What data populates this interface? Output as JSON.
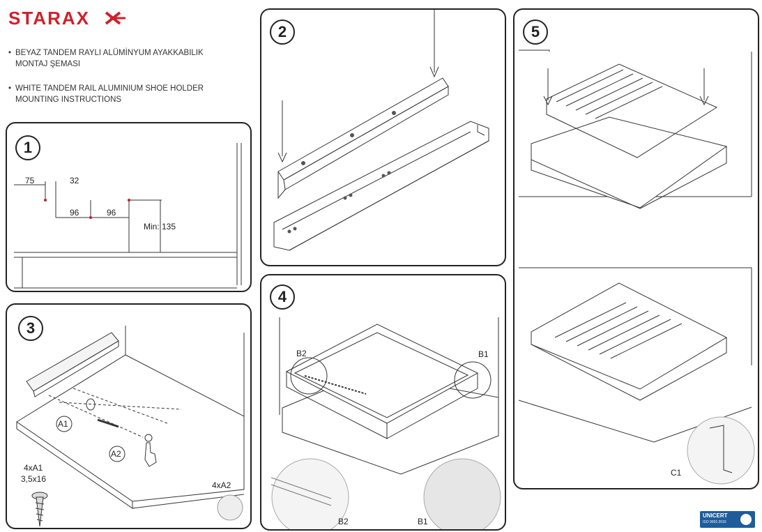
{
  "brand": {
    "logo_text": "STARAX"
  },
  "notes": [
    {
      "text": "BEYAZ TANDEM RAYLI ALÜMİNYUM AYAKKABILIK\nMONTAJ ŞEMASI"
    },
    {
      "text": "WHITE TANDEM RAIL ALUMINIUM SHOE HOLDER\nMOUNTING INSTRUCTIONS"
    }
  ],
  "steps": {
    "s1": {
      "number": "1",
      "dims": {
        "d75": "75",
        "d32": "32",
        "d96a": "96",
        "d96b": "96",
        "min": "Min: 135"
      }
    },
    "s2": {
      "number": "2"
    },
    "s3": {
      "number": "3",
      "callout_a1": "A1",
      "callout_a2": "A2",
      "part_a1_qty": "4xA1",
      "part_a1_size": "3,5x16",
      "part_a2_qty": "4xA2"
    },
    "s4": {
      "number": "4",
      "b2": "B2",
      "b1": "B1",
      "detail_b2": "B2",
      "detail_b1": "B1"
    },
    "s5": {
      "number": "5",
      "c1": "C1"
    }
  },
  "certification": {
    "name": "UNICERT",
    "standard": "ISO 9001:2015"
  }
}
